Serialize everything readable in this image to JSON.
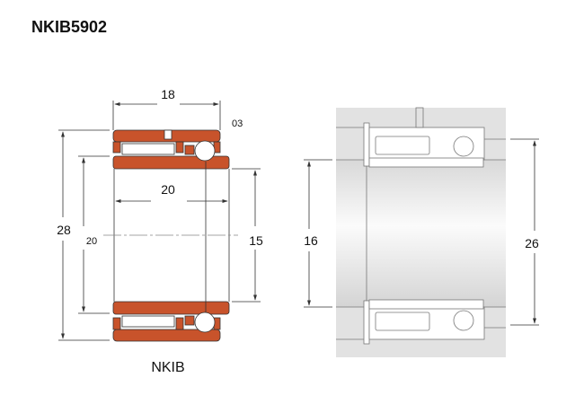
{
  "title": "NKIB5902",
  "left_view": {
    "caption": "NKIB",
    "dims": {
      "width": "18",
      "chamfer": "03",
      "outer_diameter": "28",
      "inner_ring_bore": "20",
      "inner_ring_width": "20",
      "shaft_diameter": "15"
    }
  },
  "right_view": {
    "dims": {
      "shaft": "16",
      "housing": "26"
    }
  },
  "colors": {
    "ring": "#c8532b",
    "housing": "#e2e2e2",
    "line": "#333333"
  }
}
